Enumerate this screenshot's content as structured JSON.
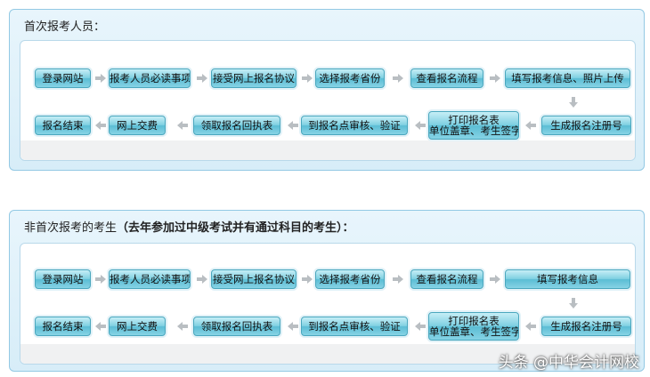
{
  "panel1": {
    "title": "首次报考人员：",
    "row1": [
      "登录网站",
      "报考人员必读事项",
      "接受网上报名协议",
      "选择报考省份",
      "查看报名流程",
      "填写报考信息、照片上传"
    ],
    "row2": [
      "报名结束",
      "网上交费",
      "领取报名回执表",
      "到报名点审核、验证"
    ],
    "print_line1": "打印报名表",
    "print_line2": "单位盖章、考生签字",
    "register": "生成报名注册号"
  },
  "panel2": {
    "title": "非首次报考的考生",
    "title_bold": "（去年参加过中级考试并有通过科目的考生）：",
    "row1": [
      "登录网站",
      "报考人员必读事项",
      "接受网上报名协议",
      "选择报考省份",
      "查看报名流程",
      "填写报考信息"
    ],
    "row2": [
      "报名结束",
      "网上交费",
      "领取报名回执表",
      "到报名点审核、验证"
    ],
    "print_line1": "打印报名表",
    "print_line2": "单位盖章、考生签字",
    "register": "生成报名注册号"
  },
  "watermark": "头条 @中华会计网校"
}
